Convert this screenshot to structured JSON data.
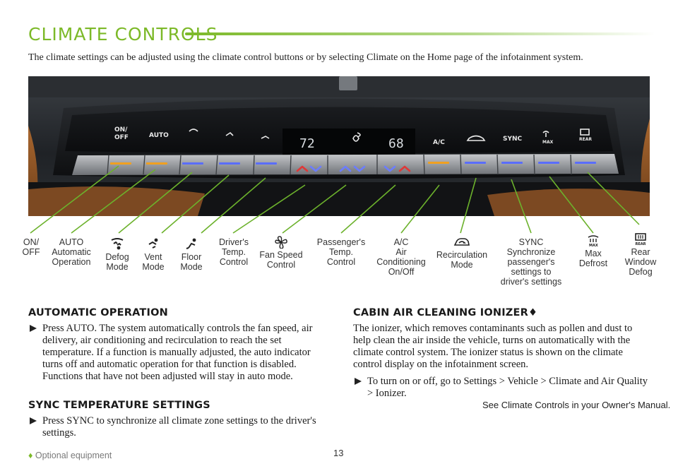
{
  "page": {
    "title": "CLIMATE CONTROLS",
    "intro": "The climate settings can be adjusted using the climate control buttons or by selecting Climate on the Home page of the infotainment system.",
    "page_number": "13",
    "footnote_symbol": "♦",
    "footnote": "Optional equipment"
  },
  "panel": {
    "buttons": [
      "ON/",
      "OFF",
      "AUTO",
      "A/C",
      "SYNC",
      "MAX",
      "REAR"
    ],
    "temp_left": "72",
    "temp_right": "68"
  },
  "labels": {
    "on_off": [
      "ON/",
      "OFF"
    ],
    "auto": [
      "AUTO",
      "Automatic",
      "Operation"
    ],
    "defog": [
      "Defog",
      "Mode"
    ],
    "vent": [
      "Vent",
      "Mode"
    ],
    "floor": [
      "Floor",
      "Mode"
    ],
    "driver_temp": [
      "Driver's",
      "Temp.",
      "Control"
    ],
    "fan_speed": [
      "Fan Speed",
      "Control"
    ],
    "passenger_temp": [
      "Passenger's",
      "Temp.",
      "Control"
    ],
    "ac": [
      "A/C",
      "Air",
      "Conditioning",
      "On/Off"
    ],
    "recirculation": [
      "Recirculation",
      "Mode"
    ],
    "sync": [
      "SYNC",
      "Synchronize",
      "passenger's",
      "settings to",
      "driver's settings"
    ],
    "max_defrost": [
      "Max",
      "Defrost"
    ],
    "rear_defog": [
      "Rear",
      "Window",
      "Defog"
    ]
  },
  "sections": {
    "auto_op": {
      "heading": "AUTOMATIC OPERATION",
      "bullet": "Press AUTO. The system automatically controls the fan speed, air delivery, air conditioning and recirculation to reach the set temperature. If a function is manually adjusted, the auto indicator turns off and automatic operation for that function is disabled. Functions that have not been adjusted will stay in auto mode."
    },
    "sync_temp": {
      "heading": "SYNC TEMPERATURE SETTINGS",
      "bullet": "Press SYNC to synchronize all climate zone settings to the driver's settings."
    },
    "ionizer": {
      "heading": "CABIN AIR CLEANING IONIZER♦",
      "text": "The ionizer, which removes contaminants such as pollen and dust to help clean the air inside the vehicle, turns on automatically with the climate control system. The ionizer status is shown on the climate control display on the infotainment screen.",
      "bullet": "To turn on or off, go to Settings > Vehicle > Climate and Air Quality > Ionizer.",
      "see_also": "See Climate Controls in your Owner's Manual."
    }
  },
  "colors": {
    "accent": "#7cb928",
    "indicator_amber": "#f0a020",
    "indicator_blue": "#5a6dff",
    "arrow_red": "#e03838",
    "arrow_blue": "#6c7dff"
  }
}
